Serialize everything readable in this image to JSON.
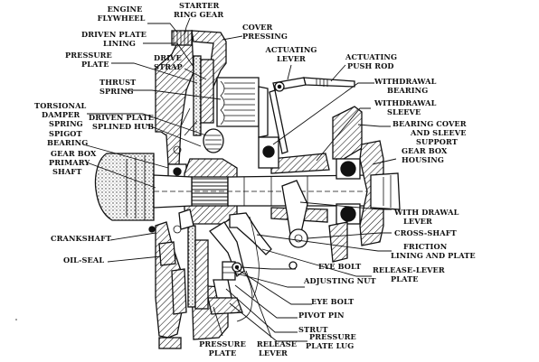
{
  "labels": {
    "engine_flywheel": [
      "ENGINE",
      "FLYWHEEL"
    ],
    "starter_ring_gear": [
      "STARTER",
      "RING GEAR"
    ],
    "cover_pressing": [
      "COVER",
      "PRESSING"
    ],
    "driven_plate_lining": [
      "DRIVEN PLATE",
      "LINING"
    ],
    "pressure_plate_top": [
      "PRESSURE",
      "PLATE"
    ],
    "drive_strap": [
      "DRIVE",
      "STRAP"
    ],
    "actuating_lever": [
      "ACTUATING",
      "LEVER"
    ],
    "actuating_push_rod": [
      "ACTUATING",
      "PUSH ROD"
    ],
    "thrust_spring": [
      "THRUST",
      "SPRING"
    ],
    "withdrawal_bearing": [
      "WITHDRAWAL",
      "BEARING"
    ],
    "torsional_damper_spring": [
      "TORSIONAL",
      "DAMPER",
      "SPRING"
    ],
    "driven_plate_splined_hub": [
      "DRIVEN PLATE",
      "SPLINED HUB"
    ],
    "withdrawal_sleeve": [
      "WITHDRAWAL",
      "SLEEVE"
    ],
    "spigot_bearing": [
      "SPIGOT",
      "BEARING"
    ],
    "bearing_cover": [
      "BEARING COVER",
      "AND SLEEVE",
      "SUPPORT"
    ],
    "gear_box_primary_shaft": [
      "GEAR BOX",
      "PRIMARY",
      "SHAFT"
    ],
    "gear_box_housing": [
      "GEAR BOX",
      "HOUSING"
    ],
    "with_drawal_lever": [
      "WITH DRAWAL",
      "LEVER"
    ],
    "crankshaft": [
      "CRANKSHAFT"
    ],
    "cross_shaft": [
      "CROSS-SHAFT"
    ],
    "friction_lining": [
      "FRICTION",
      "LINING AND PLATE"
    ],
    "oil_seal": [
      "OIL-SEAL"
    ],
    "eye_bolt_adjusting_nut": [
      "EYE BOLT",
      "ADJUSTING NUT"
    ],
    "release_lever_plate": [
      "RELEASE-LEVER",
      "PLATE"
    ],
    "eye_bolt": [
      "EYE BOLT"
    ],
    "pivot_pin": [
      "PIVOT PIN"
    ],
    "strut": [
      "STRUT"
    ],
    "pressure_plate_lug": [
      "PRESSURE",
      "PLATE LUG"
    ],
    "pressure_plate_bottom": [
      "PRESSURE",
      "PLATE"
    ],
    "release_lever": [
      "RELEASE",
      "LEVER"
    ]
  }
}
